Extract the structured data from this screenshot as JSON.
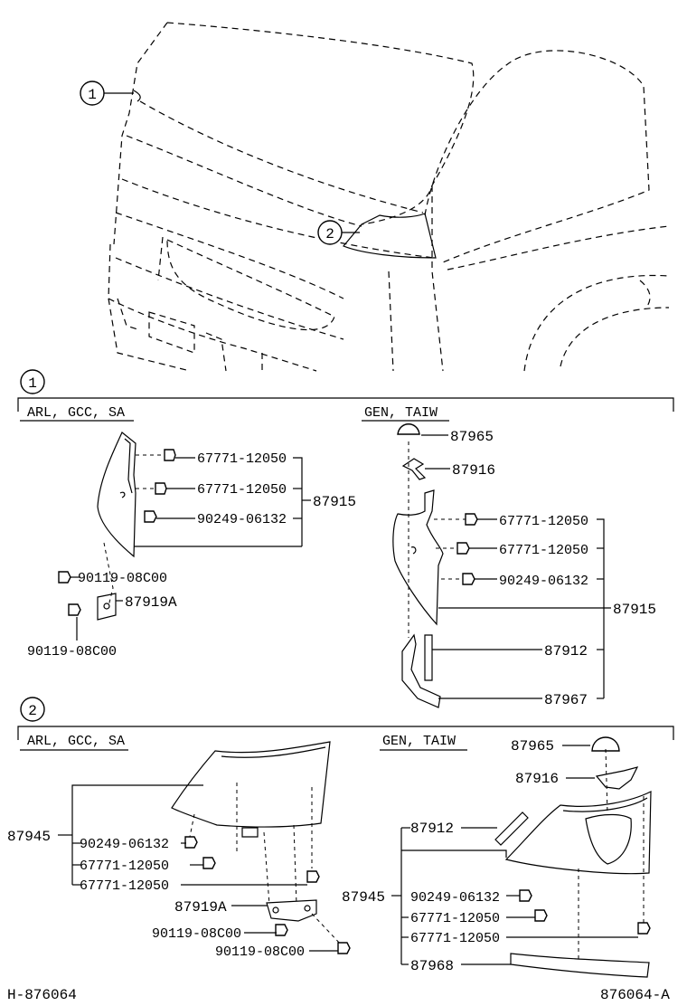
{
  "callouts": {
    "one": "1",
    "two": "2"
  },
  "section1": {
    "left_title": "ARL, GCC, SA",
    "right_title": "GEN, TAIW",
    "left": {
      "clip_a": "67771-12050",
      "clip_b": "67771-12050",
      "screw": "90249-06132",
      "group": "87915",
      "bolt_a": "90119-08C00",
      "bracket": "87919A",
      "bolt_b": "90119-08C00"
    },
    "right": {
      "cap": "87965",
      "arm": "87916",
      "clip_a": "67771-12050",
      "clip_b": "67771-12050",
      "screw": "90249-06132",
      "group": "87915",
      "pad": "87912",
      "strip": "87967"
    }
  },
  "section2": {
    "left_title": "ARL, GCC, SA",
    "right_title": "GEN, TAIW",
    "left": {
      "group": "87945",
      "screw": "90249-06132",
      "clip_a": "67771-12050",
      "clip_b": "67771-12050",
      "bracket": "87919A",
      "bolt_a": "90119-08C00",
      "bolt_b": "90119-08C00"
    },
    "right": {
      "cap": "87965",
      "arm": "87916",
      "pad": "87912",
      "group": "87945",
      "screw": "90249-06132",
      "clip_a": "67771-12050",
      "clip_b": "67771-12050",
      "strip": "87968"
    }
  },
  "footer": {
    "left_code": "H-876064",
    "right_code": "876064-A"
  }
}
